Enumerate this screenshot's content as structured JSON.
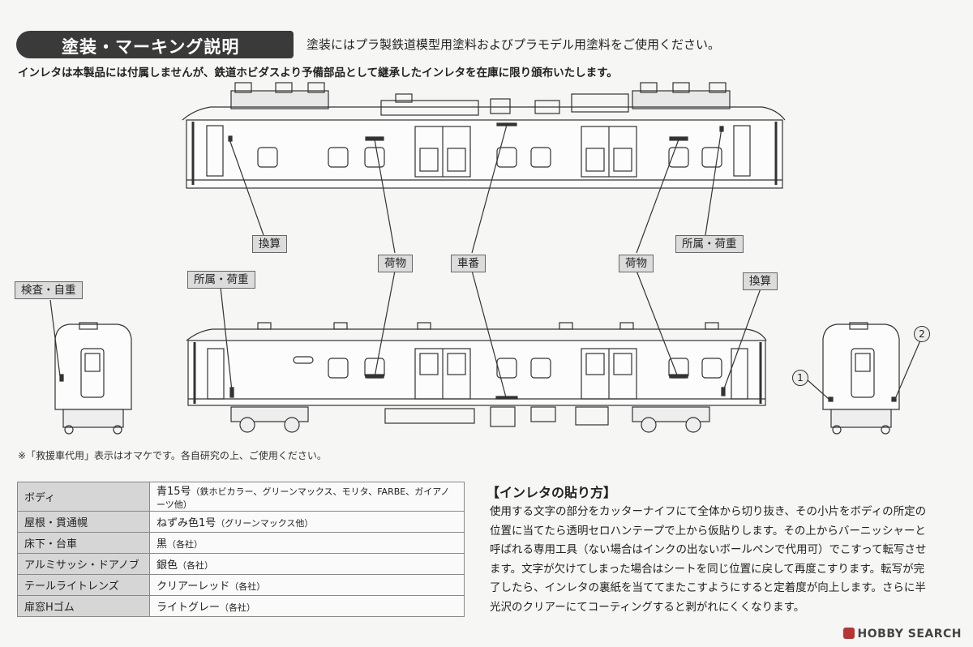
{
  "header": {
    "title": "塗装・マーキング説明",
    "subtitle": "塗装にはプラ製鉄道模型用塗料およびプラモデル用塗料をご使用ください。",
    "notice": "インレタは本製品には付属しませんが、鉄道ホビダスより予備部品として継承したインレタを在庫に限り頒布いたします。"
  },
  "labels": {
    "kansan": "換算",
    "shozoku": "所属・荷重",
    "nimotsu": "荷物",
    "shaban": "車番",
    "kensa": "検査・自重",
    "circle1": "1",
    "circle2": "2"
  },
  "footnote": "※「救援車代用」表示はオマケです。各自研究の上、ご使用ください。",
  "paint_table": [
    {
      "part": "ボディ",
      "color": "青15号",
      "note": "（鉄ホビカラー、グリーンマックス、モリタ、FARBE、ガイアノーツ他）"
    },
    {
      "part": "屋根・貫通幌",
      "color": "ねずみ色1号",
      "note": "（グリーンマックス他）"
    },
    {
      "part": "床下・台車",
      "color": "黒",
      "note": "（各社）"
    },
    {
      "part": "アルミサッシ・ドアノブ",
      "color": "銀色",
      "note": "（各社）"
    },
    {
      "part": "テールライトレンズ",
      "color": "クリアーレッド",
      "note": "（各社）"
    },
    {
      "part": "扉窓Hゴム",
      "color": "ライトグレー",
      "note": "（各社）"
    }
  ],
  "howto": {
    "title": "【インレタの貼り方】",
    "lines": [
      "使用する文字の部分をカッターナイフにて全体から切り抜き、その小片をボディの所定の",
      "位置に当てたら透明セロハンテープで上から仮貼りします。その上からバーニッシャーと",
      "呼ばれる専用工具（ない場合はインクの出ないボールペンで代用可）でこすって転写させ",
      "ます。文字が欠けてしまった場合はシートを同じ位置に戻して再度こすります。転写が完",
      "了したら、インレタの裏紙を当ててまたこすようにすると定着度が向上します。さらに半",
      "光沢のクリアーにてコーティングすると剥がれにくくなります。"
    ]
  },
  "watermark": "HOBBY SEARCH"
}
